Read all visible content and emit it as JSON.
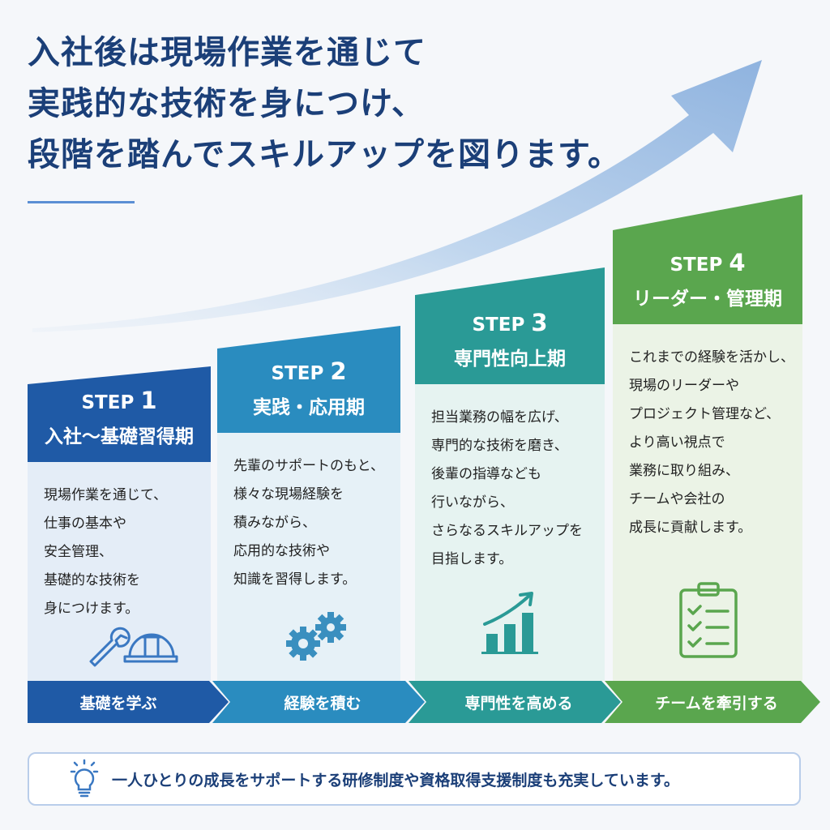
{
  "headline": {
    "lines": [
      "入社後は現場作業を通じて",
      "実践的な技術を身につけ、",
      "段階を踏んでスキルアップを図ります。"
    ]
  },
  "steps": [
    {
      "label": "STEP",
      "number": "1",
      "title": "入社〜基礎習得期",
      "desc": [
        "現場作業を通じて、",
        "仕事の基本や",
        "安全管理、",
        "基礎的な技術を",
        "身につけます。"
      ],
      "icon": "wrench-and-hardhat-icon",
      "banner": "基礎を学ぶ",
      "color": "#1f5aa6",
      "body_color": "#e4edf7"
    },
    {
      "label": "STEP",
      "number": "2",
      "title": "実践・応用期",
      "desc": [
        "先輩のサポートのもと、",
        "様々な現場経験を",
        "積みながら、",
        "応用的な技術や",
        "知識を習得します。"
      ],
      "icon": "gears-icon",
      "banner": "経験を積む",
      "color": "#2a8cbf",
      "body_color": "#e6f1f7"
    },
    {
      "label": "STEP",
      "number": "3",
      "title": "専門性向上期",
      "desc": [
        "担当業務の幅を広げ、",
        "専門的な技術を磨き、",
        "後輩の指導なども",
        "行いながら、",
        "さらなるスキルアップを",
        "目指します。"
      ],
      "icon": "growth-chart-icon",
      "banner": "専門性を高める",
      "color": "#2a9a96",
      "body_color": "#e6f3f1"
    },
    {
      "label": "STEP",
      "number": "4",
      "title": "リーダー・管理期",
      "desc": [
        "これまでの経験を活かし、",
        "現場のリーダーや",
        "プロジェクト管理など、",
        "より高い視点で",
        "業務に取り組み、",
        "チームや会社の",
        "成長に貢献します。"
      ],
      "icon": "clipboard-checklist-icon",
      "banner": "チームを牽引する",
      "color": "#5aa64e",
      "body_color": "#ebf3e6"
    }
  ],
  "note": {
    "icon": "lightbulb-icon",
    "text": "一人ひとりの成長をサポートする研修制度や資格取得支援制度も充実しています。"
  }
}
